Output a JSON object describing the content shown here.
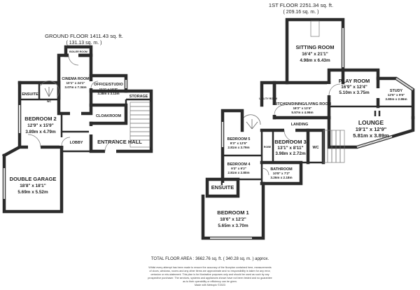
{
  "ground_floor": {
    "title": "GROUND FLOOR 1411.43 sq. ft.",
    "subtitle": "( 131.13 sq. m. )",
    "rooms": {
      "boiler": "BOILER ROOM",
      "cinema": {
        "name": "CINEMA ROOM",
        "imperial": "10'1\" x 24'1\"",
        "metric": "3.07m x 7.34m"
      },
      "office": {
        "name": "OFFICE/STUDIO",
        "imperial": "11'1\" x 10'3\"",
        "metric": "3.38m x 3.13m"
      },
      "storage": "STORAGE",
      "ensuite": "ENSUITE",
      "wc": "WC",
      "bedroom2": {
        "name": "BEDROOM 2",
        "imperial": "12'9\" x 15'9\"",
        "metric": "3.89m x 4.79m"
      },
      "cloakroom": "CLOAKROOM",
      "lobby": "LOBBY",
      "entrance_hall": "ENTRANCE HALL",
      "double_garage": {
        "name": "DOUBLE GARAGE",
        "imperial": "18'8\" x 18'1\"",
        "metric": "5.69m x 5.52m"
      }
    }
  },
  "first_floor": {
    "title": "1ST FLOOR 2251.34 sq. ft.",
    "subtitle": "( 209.16 sq. m. )",
    "rooms": {
      "sitting": {
        "name": "SITTING ROOM",
        "imperial": "16'4\" x 21'1\"",
        "metric": "4.98m x 6.43m"
      },
      "play": {
        "name": "PLAY ROOM",
        "imperial": "16'9\" x 12'4\"",
        "metric": "5.10m x 3.75m"
      },
      "study": {
        "name": "STUDY",
        "imperial": "12'6\" x 9'5\"",
        "metric": "3.80m x 2.86m"
      },
      "utility": "UTILITY ROOM",
      "kitchen": {
        "name": "KITCHEN/DINING/LIVING ROOM",
        "imperial": "18'2\" x 12'4\"",
        "metric": "5.57m x 4.96m"
      },
      "landing": "LANDING",
      "lounge": {
        "name": "LOUNGE",
        "imperial": "19'1\" x 12'9\"",
        "metric": "5.81m x 3.89m"
      },
      "bedroom5": {
        "name": "BEDROOM 5",
        "imperial": "9'3\" x 12'5\"",
        "metric": "2.81m x 3.79m"
      },
      "bedroom3": {
        "name": "BEDROOM 3",
        "imperial": "13'1\" x 8'11\"",
        "metric": "3.98m x 2.72m"
      },
      "wc": "WC",
      "wardrobe": "ROBE",
      "bedroom4": {
        "name": "BEDROOM 4",
        "imperial": "9'3\" x 9'2\"",
        "metric": "2.81m x 2.80m"
      },
      "bathroom": {
        "name": "BATHROOM",
        "imperial": "10'8\" x 7'2\"",
        "metric": "3.26m x 2.18m"
      },
      "ensuite": "ENSUITE",
      "bedroom1": {
        "name": "BEDROOM 1",
        "imperial": "18'6\" x 12'2\"",
        "metric": "5.65m x 3.70m"
      }
    }
  },
  "total": "TOTAL FLOOR AREA : 3662.76 sq. ft. ( 340.28 sq. m. ) approx.",
  "disclaimer": [
    "Whilst every attempt has been made to ensure the accuracy of the floorplan contained here, measurements",
    "of doors, windows, rooms and any other items are approximate and no responsibility is taken for any error,",
    "omission or mis-statement. This plan is for illustrative purposes only and should be used as such by any",
    "prospective purchaser. The services, systems and appliances shown have not been tested and no guarantee",
    "as to their operability or efficiency can be given.",
    "Made with Metropix ©2023"
  ]
}
